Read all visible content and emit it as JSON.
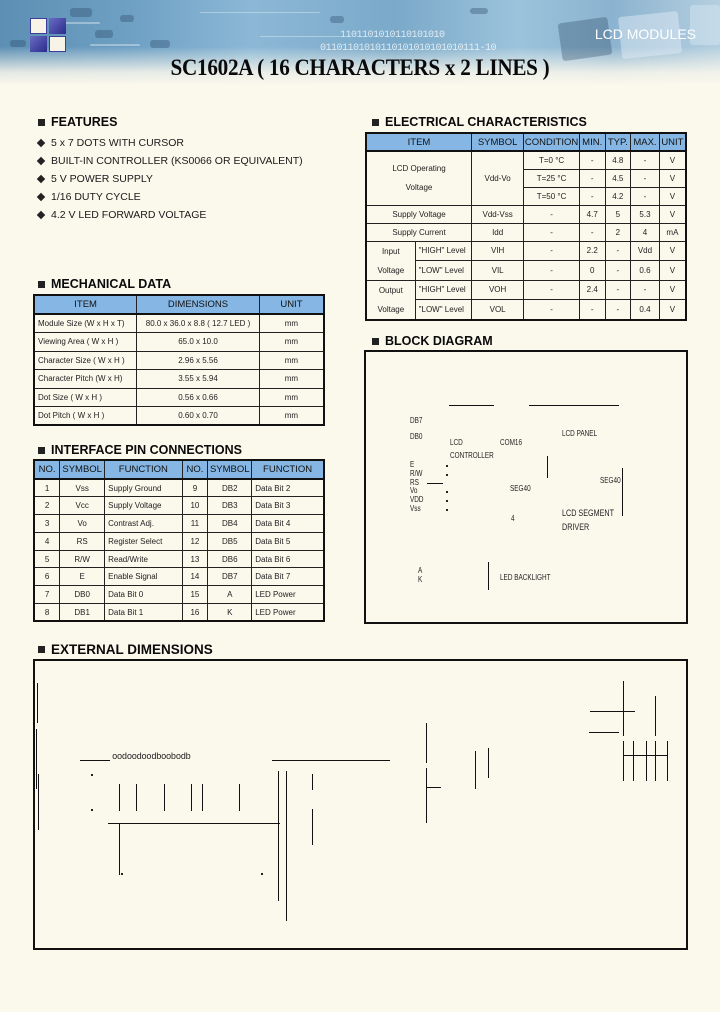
{
  "header": {
    "brand_tag": "LCD MODULES",
    "title": "SC1602A ( 16 CHARACTERS x 2 LINES )",
    "binary_line_1": "1101101010110101010",
    "binary_line_2": "01101101010110101010101010111-10"
  },
  "features": {
    "heading": "FEATURES",
    "items": [
      "5 x 7 DOTS WITH CURSOR",
      "BUILT-IN CONTROLLER (KS0066 OR EQUIVALENT)",
      "5 V POWER SUPPLY",
      "1/16 DUTY CYCLE",
      "4.2 V LED FORWARD VOLTAGE"
    ]
  },
  "mechanical": {
    "heading": "MECHANICAL DATA",
    "columns": [
      "ITEM",
      "DIMENSIONS",
      "UNIT"
    ],
    "rows": [
      [
        "Module Size (W x H x T)",
        "80.0 x 36.0 x 8.8 ( 12.7 LED )",
        "mm"
      ],
      [
        "Viewing Area ( W x H )",
        "65.0 x 10.0",
        "mm"
      ],
      [
        "Character Size ( W x H )",
        "2.96 x 5.56",
        "mm"
      ],
      [
        "Character Pitch (W x H)",
        "3.55 x 5.94",
        "mm"
      ],
      [
        "Dot Size ( W x H )",
        "0.56 x 0.66",
        "mm"
      ],
      [
        "Dot Pitch ( W x H )",
        "0.60 x 0.70",
        "mm"
      ]
    ]
  },
  "pins": {
    "heading": "INTERFACE PIN CONNECTIONS",
    "columns": [
      "NO.",
      "SYMBOL",
      "FUNCTION",
      "NO.",
      "SYMBOL",
      "FUNCTION"
    ],
    "rows": [
      [
        "1",
        "Vss",
        "Supply Ground",
        "9",
        "DB2",
        "Data Bit 2"
      ],
      [
        "2",
        "Vcc",
        "Supply Voltage",
        "10",
        "DB3",
        "Data Bit 3"
      ],
      [
        "3",
        "Vo",
        "Contrast Adj.",
        "11",
        "DB4",
        "Data Bit 4"
      ],
      [
        "4",
        "RS",
        "Register Select",
        "12",
        "DB5",
        "Data Bit 5"
      ],
      [
        "5",
        "R/W",
        "Read/Write",
        "13",
        "DB6",
        "Data Bit 6"
      ],
      [
        "6",
        "E",
        "Enable Signal",
        "14",
        "DB7",
        "Data Bit 7"
      ],
      [
        "7",
        "DB0",
        "Data Bit 0",
        "15",
        "A",
        "LED Power"
      ],
      [
        "8",
        "DB1",
        "Data Bit 1",
        "16",
        "K",
        "LED Power"
      ]
    ]
  },
  "electrical": {
    "heading": "ELECTRICAL CHARACTERISTICS",
    "columns": [
      "ITEM",
      "SYMBOL",
      "CONDITION",
      "MIN.",
      "TYP.",
      "MAX.",
      "UNIT"
    ],
    "lcd_op": {
      "item_line1": "LCD Operating",
      "item_line2": "Voltage",
      "symbol": "Vdd-Vo",
      "rows": [
        [
          "T=0 °C",
          "-",
          "4.8",
          "-",
          "V"
        ],
        [
          "T=25 °C",
          "-",
          "4.5",
          "-",
          "V"
        ],
        [
          "T=50 °C",
          "-",
          "4.2",
          "-",
          "V"
        ]
      ]
    },
    "supply_voltage": [
      "Supply Voltage",
      "Vdd-Vss",
      "-",
      "4.7",
      "5",
      "5.3",
      "V"
    ],
    "supply_current": [
      "Supply Current",
      "Idd",
      "-",
      "-",
      "2",
      "4",
      "mA"
    ],
    "input": {
      "label_line1": "Input",
      "label_line2": "Voltage",
      "rows": [
        [
          "\"HIGH\" Level",
          "VIH",
          "-",
          "2.2",
          "-",
          "Vdd",
          "V"
        ],
        [
          "\"LOW\" Level",
          "VIL",
          "-",
          "0",
          "-",
          "0.6",
          "V"
        ]
      ]
    },
    "output": {
      "label_line1": "Output",
      "label_line2": "Voltage",
      "rows": [
        [
          "\"HIGH\" Level",
          "VOH",
          "-",
          "2.4",
          "-",
          "-",
          "V"
        ],
        [
          "\"LOW\" Level",
          "VOL",
          "-",
          "-",
          "-",
          "0.4",
          "V"
        ]
      ]
    }
  },
  "block_diagram": {
    "heading": "BLOCK DIAGRAM",
    "labels": {
      "db7": "DB7",
      "db0": "DB0",
      "lcd_controller_1": "LCD",
      "lcd_controller_2": "CONTROLLER",
      "com16": "COM16",
      "lcd_panel": "LCD PANEL",
      "e": "E",
      "rw": "R/W",
      "rs": "RS",
      "vo": "Vo",
      "vdd": "VDD",
      "vss": "Vss",
      "seg40_a": "SEG40",
      "seg40_b": "SEG40",
      "four": "4",
      "seg_driver_1": "LCD SEGMENT",
      "seg_driver_2": "DRIVER",
      "a": "A",
      "k": "K",
      "led_backlight": "LED BACKLIGHT"
    }
  },
  "external": {
    "heading": "EXTERNAL DIMENSIONS",
    "pin_header_text": "oodoodoodboobodb"
  }
}
